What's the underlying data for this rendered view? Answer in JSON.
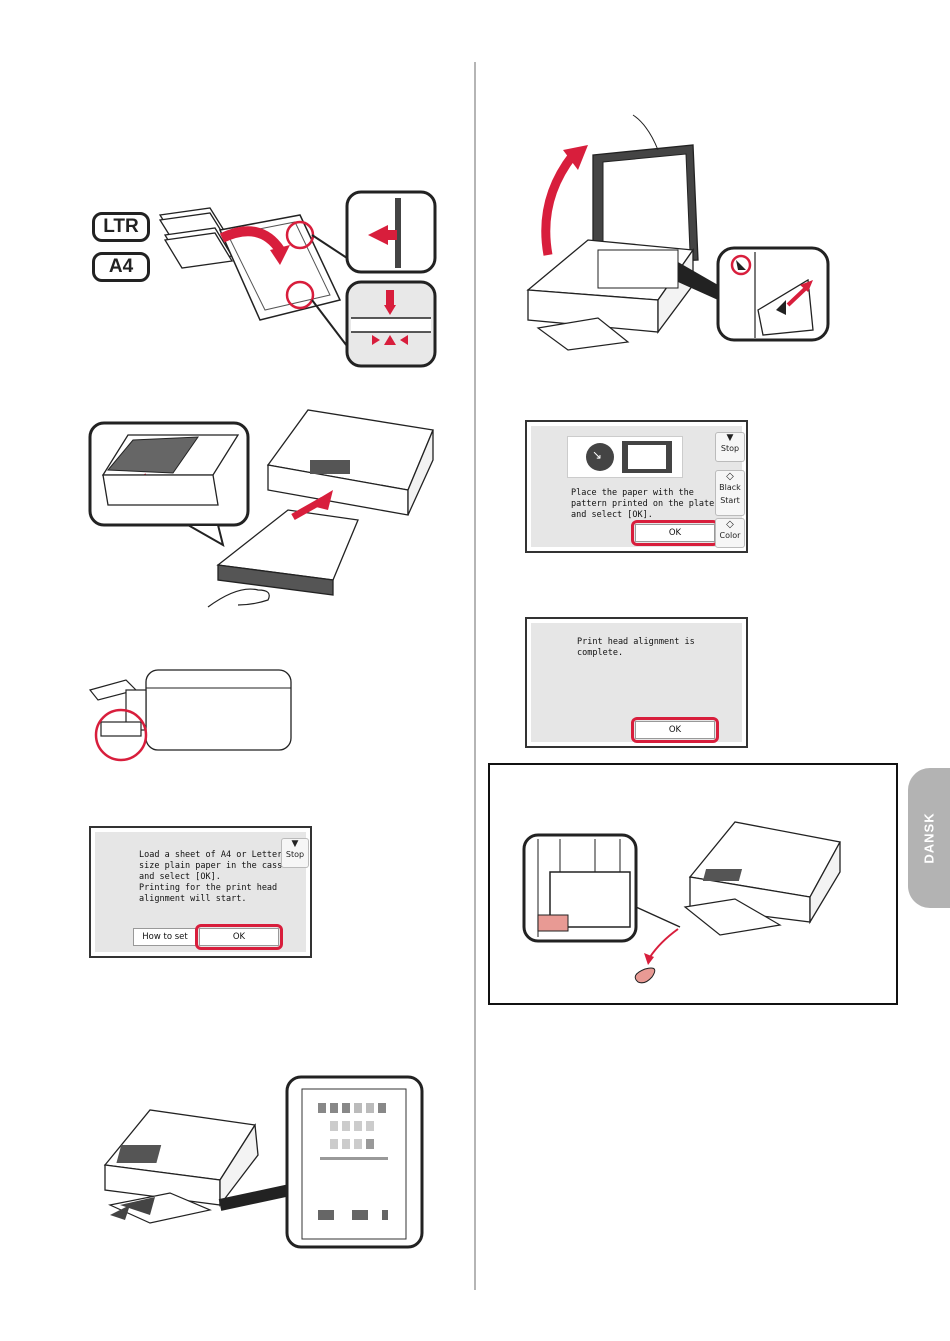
{
  "labels": {
    "ltr": "LTR",
    "a4": "A4",
    "side_tab": "DANSK"
  },
  "screens": {
    "load_paper": {
      "message": "Load a sheet of A4 or Letter\nsize plain paper in the cassette\nand select [OK].\nPrinting for the print head\nalignment will start.",
      "how_to_set": "How to set",
      "ok": "OK",
      "stop": "Stop"
    },
    "place_paper": {
      "message": "Place the paper with the\npattern printed on the platen\nand select [OK].",
      "ok": "OK",
      "stop": "Stop",
      "black_top": "Black",
      "start": "Start",
      "color": "Color"
    },
    "complete": {
      "message": "Print head alignment is complete.",
      "ok": "OK"
    }
  },
  "colors": {
    "accent_red": "#d81e3c",
    "tab_gray": "#b3b3b3"
  },
  "icons": [
    "stop-icon",
    "black-start-icon",
    "color-start-icon",
    "arrow-icon"
  ]
}
